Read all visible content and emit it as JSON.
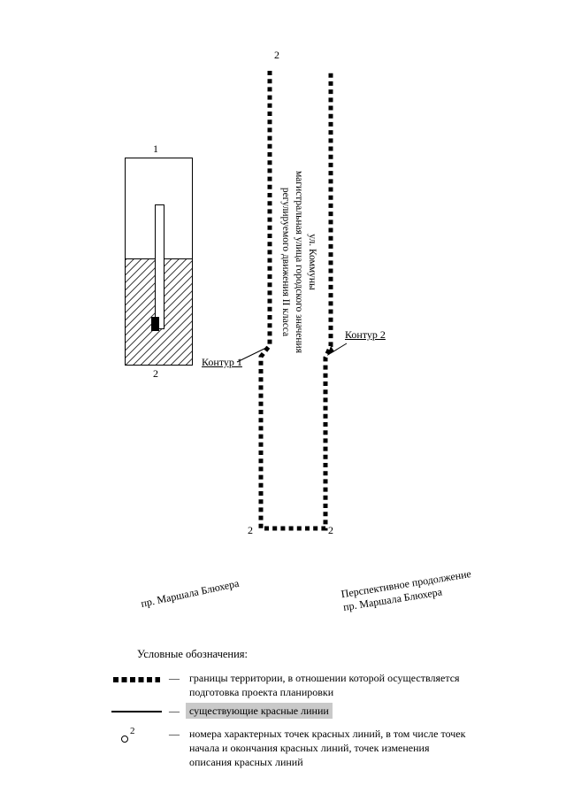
{
  "points": {
    "top": "2",
    "bottom_left": "2",
    "bottom_right": "2"
  },
  "contours": {
    "contour1": "Контур 1",
    "contour2": "Контур 2"
  },
  "block": {
    "top_label": "1",
    "bottom_label": "2"
  },
  "street_vertical": {
    "line1": "ул. Коммуны",
    "line2": "магистральная улица городского значения",
    "line3": "регулируемого движения II класса"
  },
  "streets": {
    "bottom_left": "пр. Маршала Блюхера",
    "bottom_right_line1": "Перспективное продолжение",
    "bottom_right_line2": "пр. Маршала Блюхера"
  },
  "legend": {
    "title": "Условные обозначения:",
    "separator": "—",
    "items": [
      {
        "name": "territory-boundary",
        "lines": [
          "границы территории, в отношении которой осуществляется",
          "подготовка проекта планировки"
        ]
      },
      {
        "name": "existing-red-lines",
        "lines": [
          "существующие красные линии"
        ]
      },
      {
        "name": "characteristic-points",
        "marker": "2",
        "lines": [
          "номера характерных точек красных линий, в том числе точек",
          "начала и окончания красных линий, точек изменения",
          "описания красных линий"
        ]
      }
    ]
  },
  "colors": {
    "ink": "#000000",
    "highlight": "#c9c9c9"
  }
}
